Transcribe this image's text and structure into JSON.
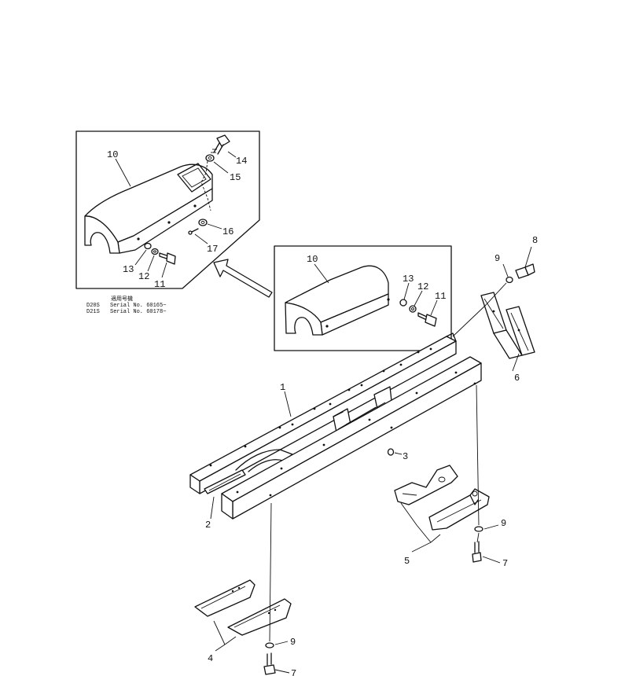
{
  "callouts": {
    "c1": "1",
    "c2": "2",
    "c3": "3",
    "c4": "4",
    "c5": "5",
    "c6": "6",
    "c7a": "7",
    "c7b": "7",
    "c8": "8",
    "c9a": "9",
    "c9b": "9",
    "c9c": "9",
    "inset_a": {
      "c10": "10",
      "c11": "11",
      "c12": "12",
      "c13": "13",
      "c14": "14",
      "c15": "15",
      "c16": "16",
      "c17": "17"
    },
    "inset_b": {
      "c10": "10",
      "c11": "11",
      "c12": "12",
      "c13": "13"
    }
  },
  "notes": {
    "applicability_heading": "適用号機",
    "line1_model": "D20S",
    "line1_serial": "Serial No. 60165~",
    "line2_model": "D21S",
    "line2_serial": "Serial No. 60178~"
  },
  "colors": {
    "line": "#111111",
    "background": "#ffffff"
  }
}
